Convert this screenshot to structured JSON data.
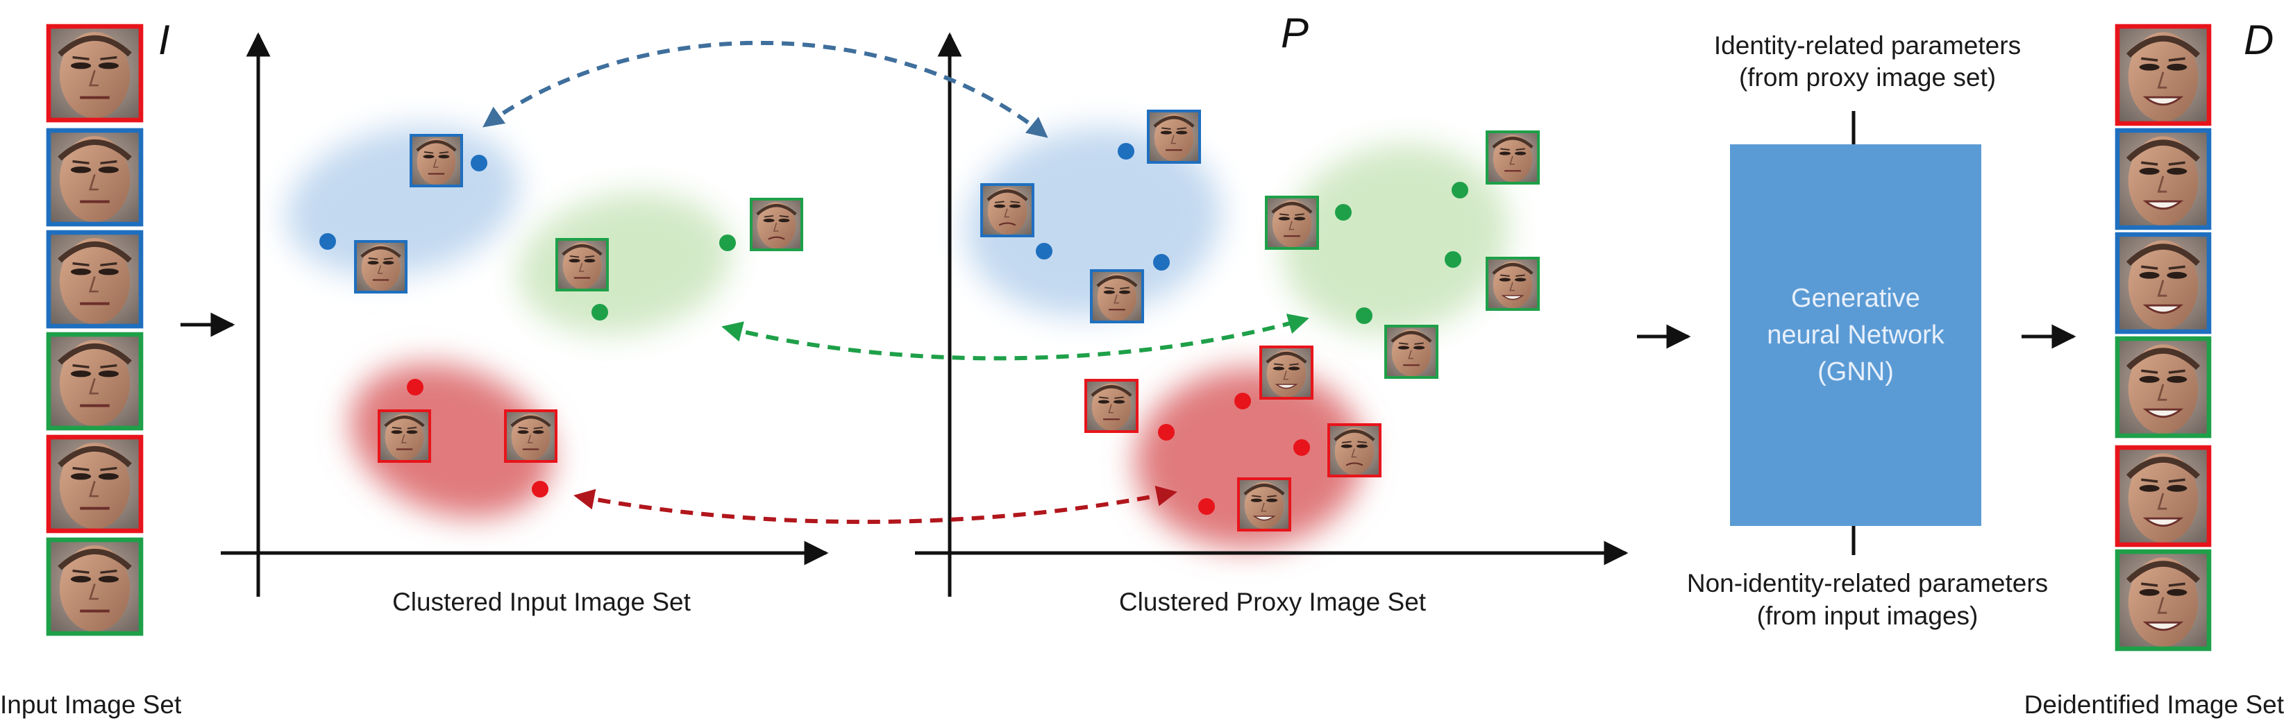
{
  "colors": {
    "red": "#e8141b",
    "blue": "#1f6fbf",
    "green": "#1ea049",
    "gnn_box": "#5b9bd5",
    "arrow_blue": "#3f6f9c",
    "arrow_green": "#1ea049",
    "arrow_red": "#b1161c",
    "cluster_blue": "#c3d9f0",
    "cluster_green": "#d2e9c6",
    "cluster_red": "#e07a7d"
  },
  "symbols": {
    "input": "I",
    "proxy": "P",
    "output": "D"
  },
  "labels": {
    "input_set": "Input Image Set",
    "clustered_input": "Clustered Input Image Set",
    "clustered_proxy": "Clustered Proxy Image Set",
    "deidentified_set": "Deidentified Image Set",
    "identity_params_1": "Identity-related parameters",
    "identity_params_2": "(from proxy image set)",
    "non_identity_params_1": "Non-identity-related parameters",
    "non_identity_params_2": "(from input images)",
    "gnn_1": "Generative",
    "gnn_2": "neural Network",
    "gnn_3": "(GNN)"
  },
  "input_faces": [
    "red",
    "blue",
    "blue",
    "green",
    "red",
    "green"
  ],
  "output_faces": [
    "red",
    "blue",
    "blue",
    "green",
    "red",
    "green"
  ],
  "input_plot": {
    "faces": [
      {
        "cluster": "blue",
        "expression": "neutral"
      },
      {
        "cluster": "blue",
        "expression": "neutral"
      },
      {
        "cluster": "green",
        "expression": "neutral"
      },
      {
        "cluster": "green",
        "expression": "frown"
      },
      {
        "cluster": "red",
        "expression": "neutral"
      },
      {
        "cluster": "red",
        "expression": "neutral"
      }
    ],
    "points": [
      "blue",
      "blue",
      "green",
      "green",
      "red",
      "red"
    ]
  },
  "proxy_plot": {
    "faces": [
      {
        "cluster": "blue",
        "expression": "neutral"
      },
      {
        "cluster": "blue",
        "expression": "frown"
      },
      {
        "cluster": "blue",
        "expression": "neutral"
      },
      {
        "cluster": "green",
        "expression": "neutral"
      },
      {
        "cluster": "green",
        "expression": "neutral"
      },
      {
        "cluster": "green",
        "expression": "smile"
      },
      {
        "cluster": "green",
        "expression": "neutral"
      },
      {
        "cluster": "red",
        "expression": "neutral"
      },
      {
        "cluster": "red",
        "expression": "smile"
      },
      {
        "cluster": "red",
        "expression": "frown"
      },
      {
        "cluster": "red",
        "expression": "smile"
      }
    ],
    "points": [
      "blue",
      "blue",
      "blue",
      "green",
      "green",
      "green",
      "green",
      "red",
      "red",
      "red",
      "red"
    ]
  }
}
